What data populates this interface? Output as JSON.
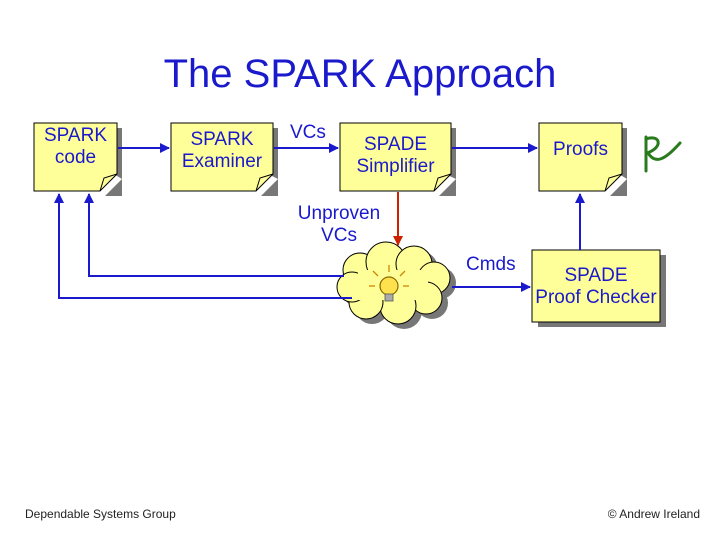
{
  "title": "The SPARK Approach",
  "nodes": {
    "spark_code": [
      "SPARK",
      "code"
    ],
    "examiner": [
      "SPARK",
      "Examiner"
    ],
    "simplifier": [
      "SPADE",
      "Simplifier"
    ],
    "proofs": [
      "Proofs"
    ],
    "proof_checker": [
      "SPADE",
      "Proof Checker"
    ]
  },
  "labels": {
    "vcs": "VCs",
    "unproven": [
      "Unproven",
      "VCs"
    ],
    "cmds": "Cmds"
  },
  "footer": {
    "left": "Dependable Systems Group",
    "right": "© Andrew Ireland"
  },
  "colors": {
    "text": "#1a1acc",
    "arrow": "#1a1acc",
    "highlight_arrow": "#cc2200",
    "box_fill": "#ffff99",
    "shadow": "#777777",
    "checkmark": "#2a7a1e"
  },
  "icons": {
    "lightbulb": "lightbulb-icon",
    "checkmark": "handwritten-check-icon"
  }
}
